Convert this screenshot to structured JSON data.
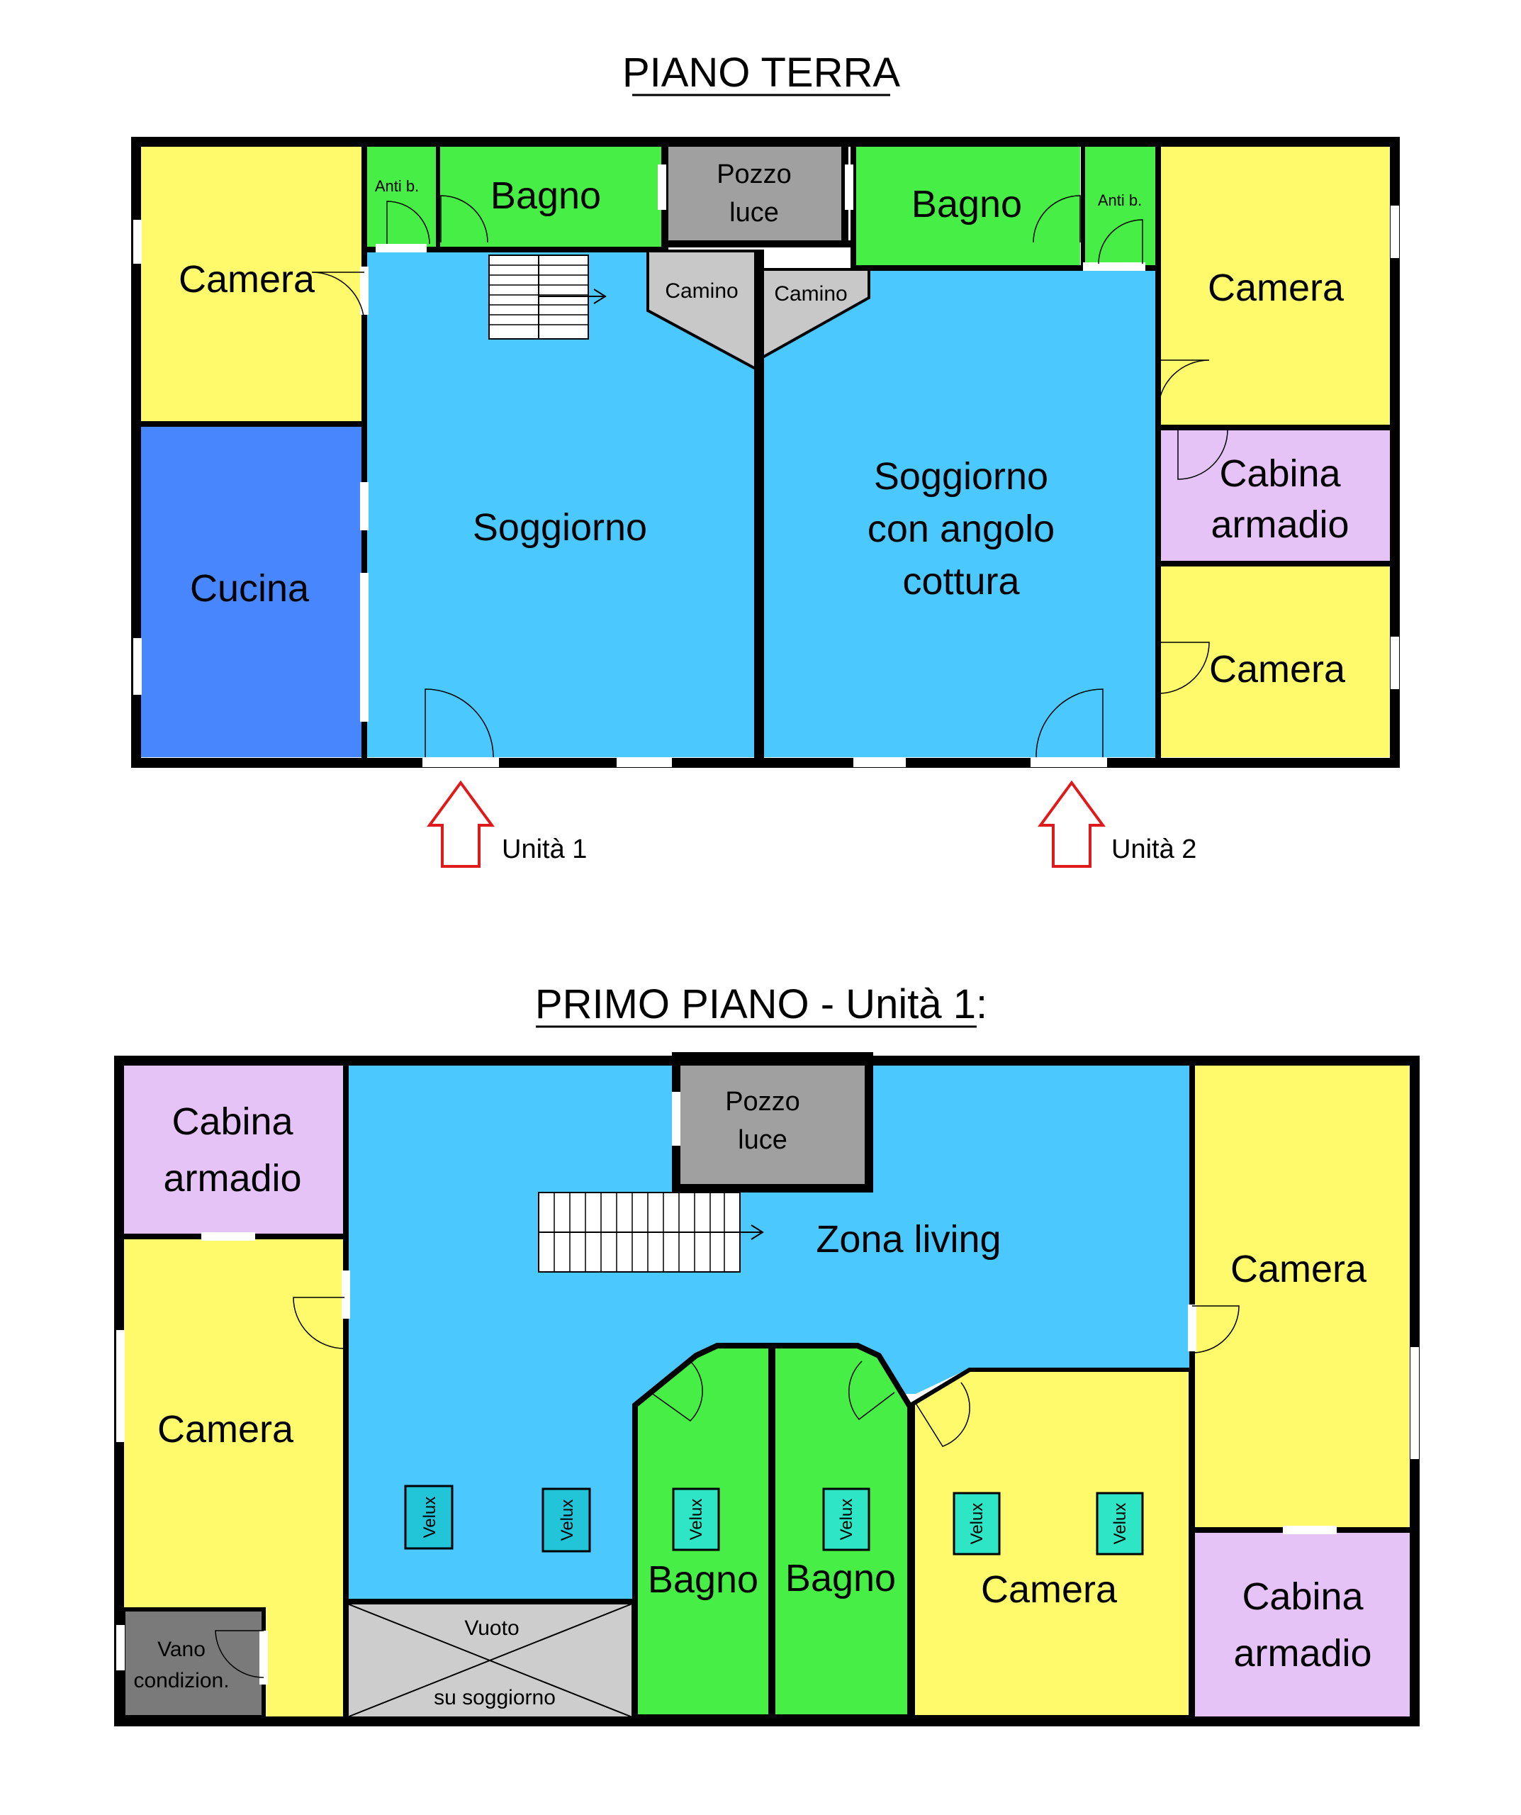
{
  "ground_floor": {
    "title": "PIANO TERRA",
    "rooms": {
      "camera_top_left": "Camera",
      "anti_bagno_left": "Anti b.",
      "bagno_left": "Bagno",
      "pozzo_luce_line1": "Pozzo",
      "pozzo_luce_line2": "luce",
      "bagno_right": "Bagno",
      "anti_bagno_right": "Anti b.",
      "camera_top_right": "Camera",
      "camino_left": "Camino",
      "camino_right": "Camino",
      "cucina": "Cucina",
      "soggiorno": "Soggiorno",
      "soggiorno_cottura_line1": "Soggiorno",
      "soggiorno_cottura_line2": "con angolo",
      "soggiorno_cottura_line3": "cottura",
      "cabina_line1": "Cabina",
      "cabina_line2": "armadio",
      "camera_bottom_right": "Camera"
    },
    "entrances": {
      "unit1": "Unità 1",
      "unit2": "Unità 2"
    }
  },
  "first_floor": {
    "title": "PRIMO PIANO - Unità 1:",
    "rooms": {
      "cabina_left_line1": "Cabina",
      "cabina_left_line2": "armadio",
      "pozzo_luce_line1": "Pozzo",
      "pozzo_luce_line2": "luce",
      "zona_living": "Zona living",
      "camera_left": "Camera",
      "camera_right": "Camera",
      "camera_center": "Camera",
      "bagno_1": "Bagno",
      "bagno_2": "Bagno",
      "cabina_right_line1": "Cabina",
      "cabina_right_line2": "armadio",
      "vano_line1": "Vano",
      "vano_line2": "condizion.",
      "vuoto_line1": "Vuoto",
      "vuoto_line2": "su soggiorno",
      "velux": "Velux"
    }
  },
  "colors": {
    "camera": "#fefa6b",
    "bagno": "#47ee45",
    "soggiorno": "#4bc8fe",
    "cucina": "#4786fd",
    "cabina": "#e5c3f6",
    "pozzo": "#a0a0a0",
    "camino": "#c8c8c8",
    "vuoto": "#cdcdcd",
    "vano": "#7a7a7a",
    "velux": "#22c5d8",
    "velux_teal": "#2ee6c6",
    "arrow": "#e01a1a",
    "wall": "#000000"
  }
}
